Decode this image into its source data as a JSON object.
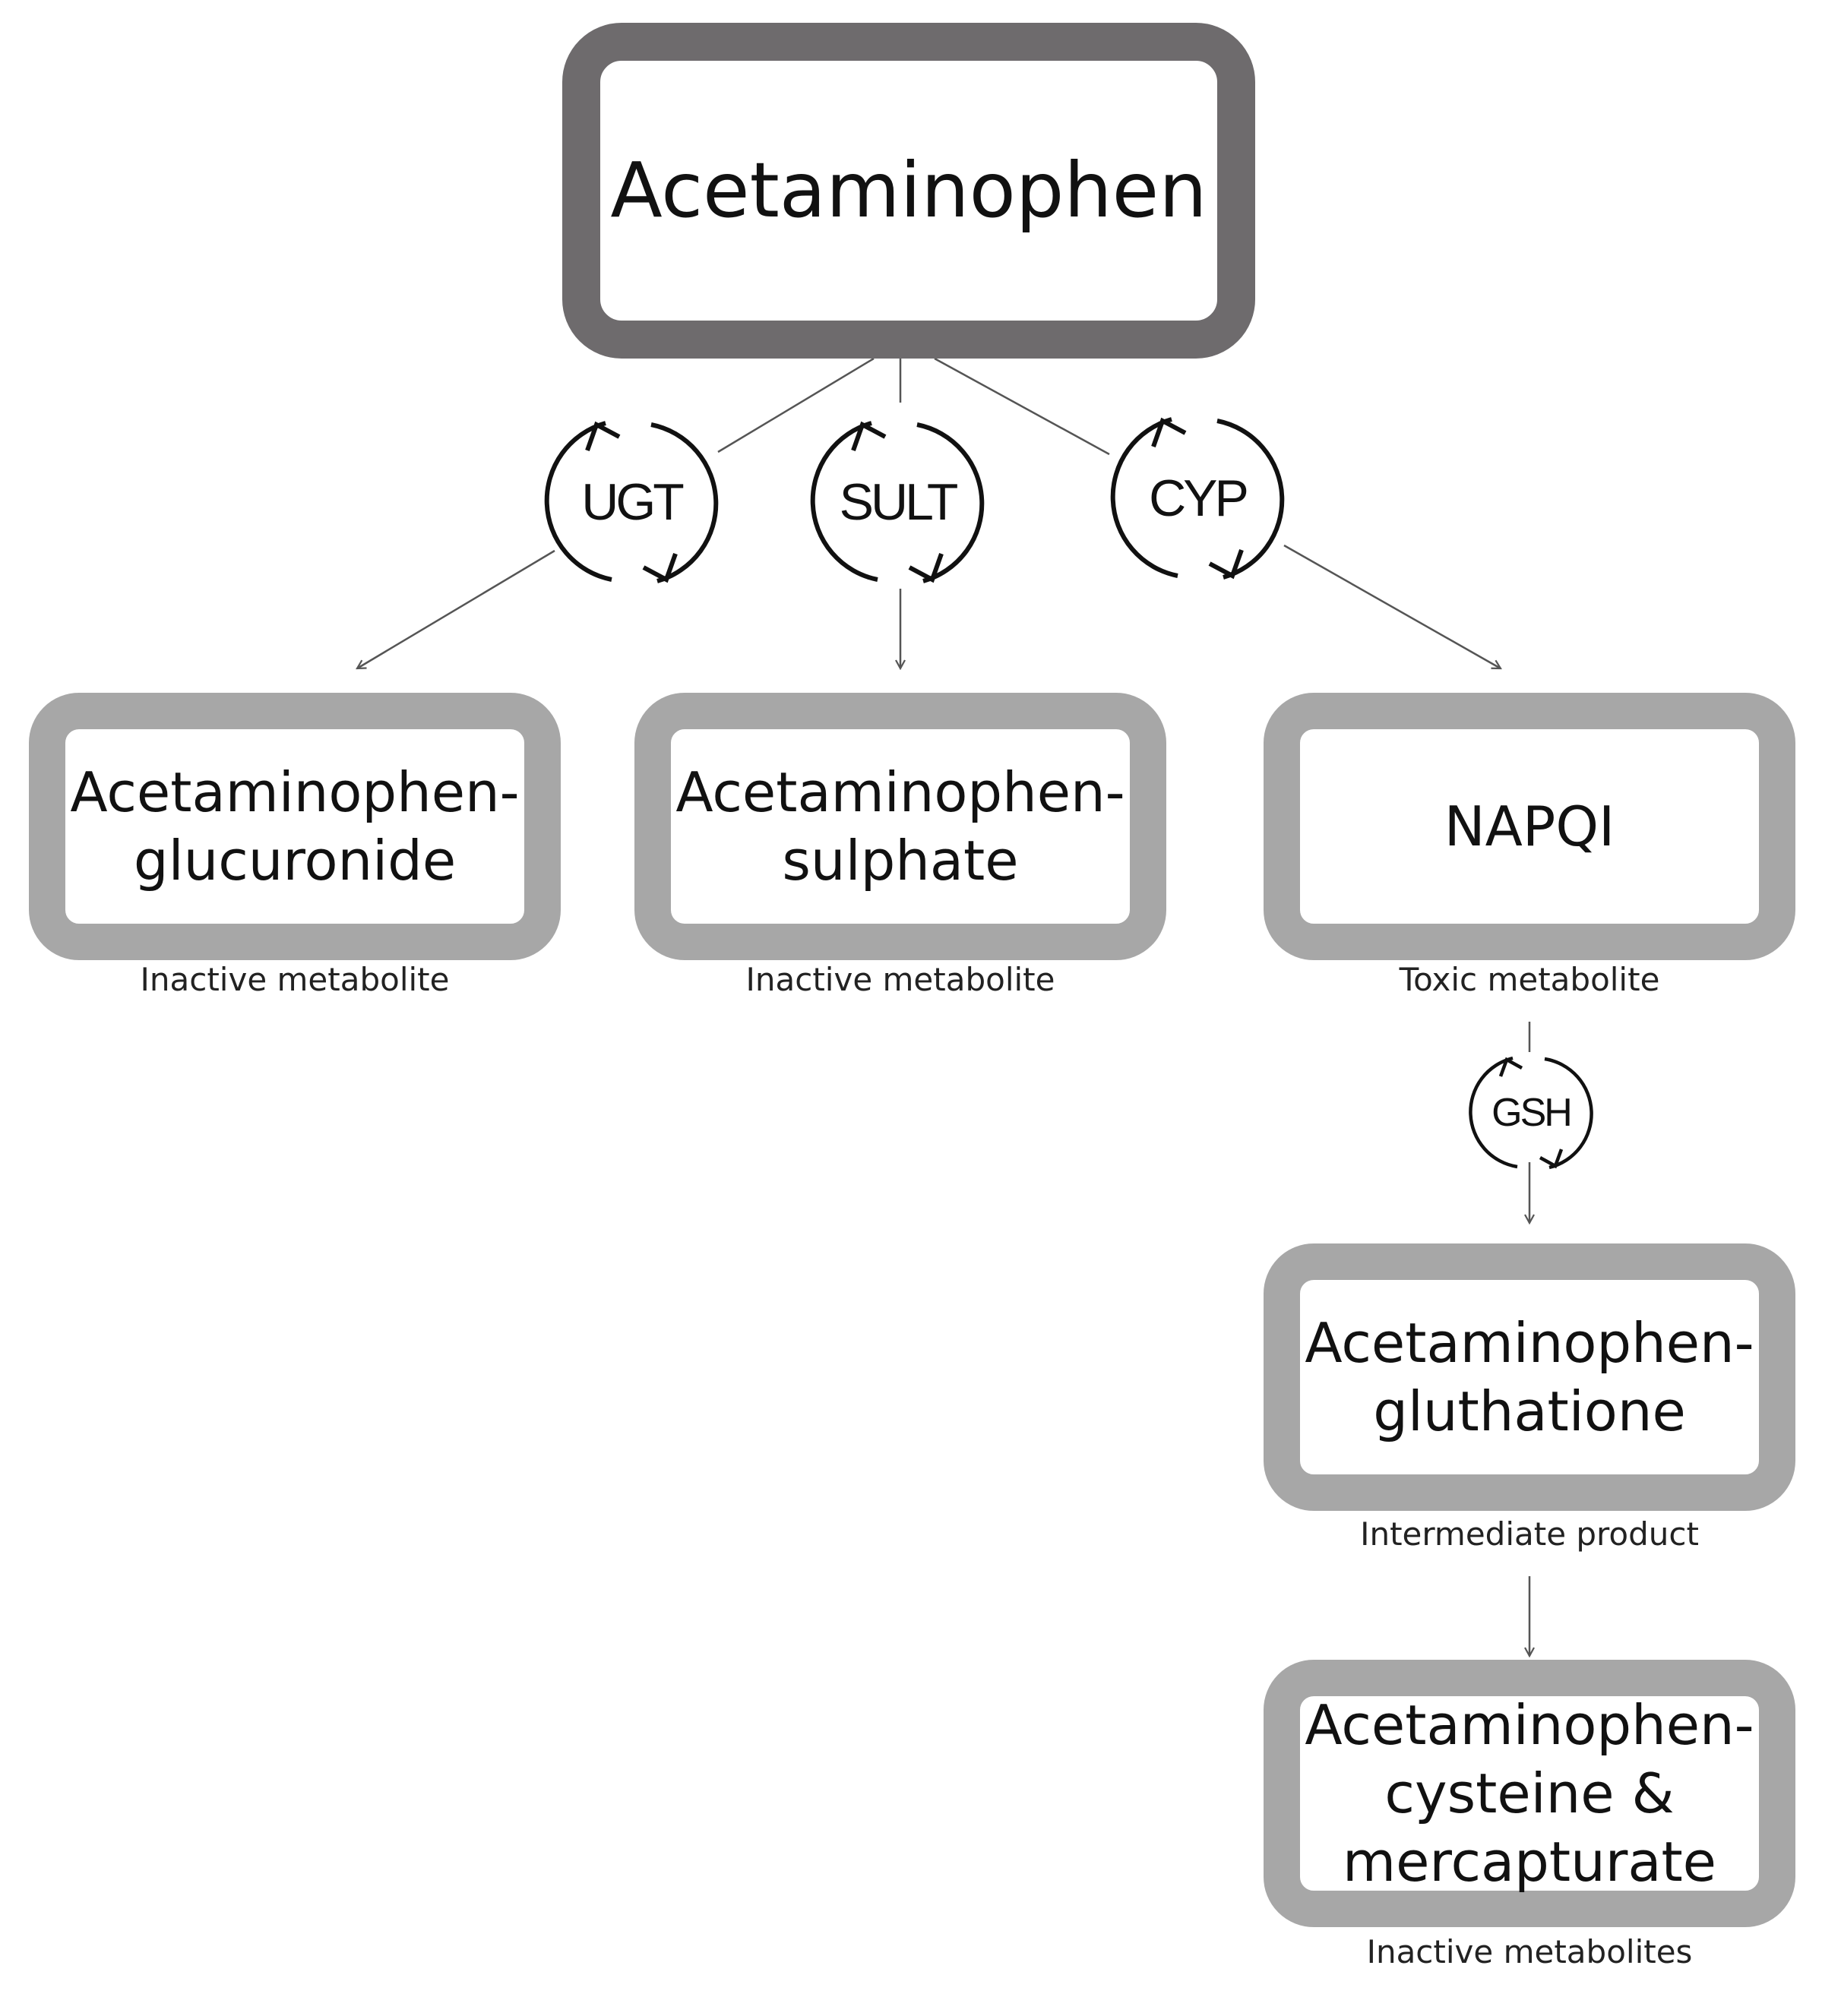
{
  "nodes": {
    "root": {
      "label": "Acetaminophen"
    },
    "glucuronide": {
      "label": "Acetaminophen-\nglucuronide",
      "caption": "Inactive metabolite"
    },
    "sulphate": {
      "label": "Acetaminophen-\nsulphate",
      "caption": "Inactive metabolite"
    },
    "napqi": {
      "label": "NAPQI",
      "caption": "Toxic metabolite"
    },
    "gluthatione": {
      "label": "Acetaminophen-\ngluthatione",
      "caption": "Intermediate product"
    },
    "cysteine": {
      "label": "Acetaminophen-\ncysteine &\nmercapturate",
      "caption": "Inactive metabolites"
    }
  },
  "enzymes": {
    "ugt": "UGT",
    "sult": "SULT",
    "cyp": "CYP",
    "gsh": "GSH"
  },
  "colors": {
    "root_border": "#6e6b6d",
    "child_border": "#a7a7a7",
    "arrow": "#555555",
    "cycle": "#111111"
  }
}
